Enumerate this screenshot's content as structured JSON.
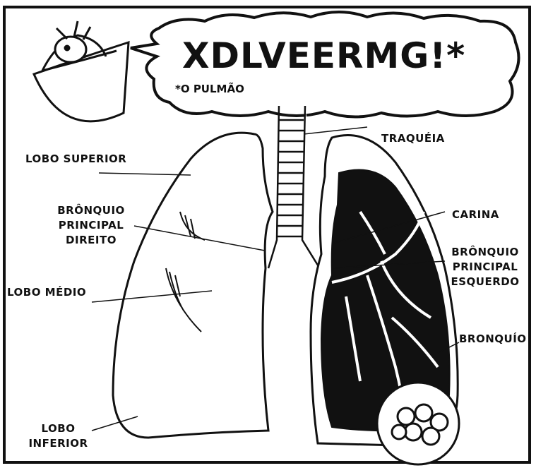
{
  "balloon": {
    "exclamation": "XDLVEERMG!*",
    "footnote": "*O PULMÃO"
  },
  "labels": {
    "lobo_superior": "LOBO SUPERIOR",
    "bronquio_principal_direito": [
      "BRÔNQUIO",
      "PRINCIPAL",
      "DIREITO"
    ],
    "lobo_medio": "LOBO MÉDIO",
    "lobo_inferior": [
      "LOBO",
      "INFERIOR"
    ],
    "traqueia": "TRAQUÉIA",
    "carina": "CARINA",
    "bronquio_principal_esquerdo": [
      "BRÔNQUIO",
      "PRINCIPAL",
      "ESQUERDO"
    ],
    "bronquio": "BRONQUÍO"
  },
  "colors": {
    "ink": "#111111",
    "paper": "#ffffff"
  }
}
